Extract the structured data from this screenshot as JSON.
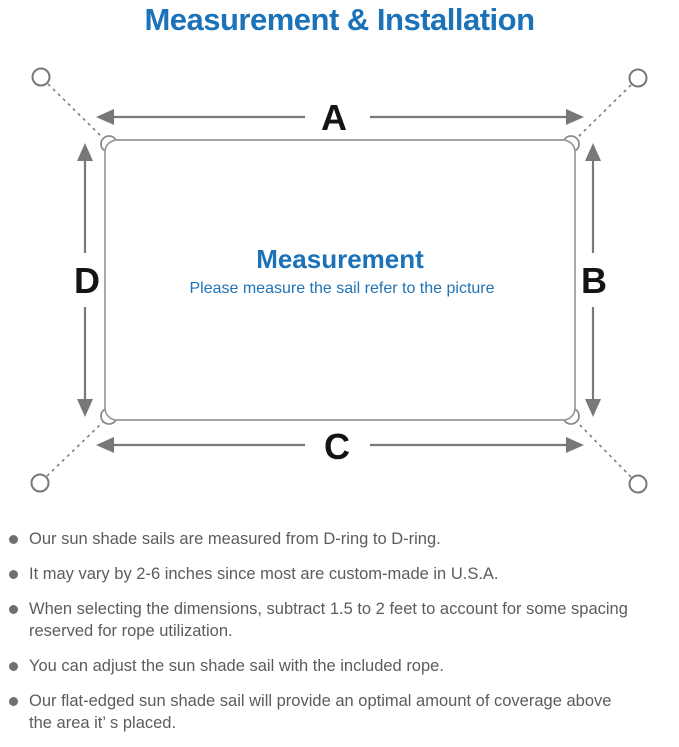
{
  "title": "Measurement & Installation",
  "diagram": {
    "center_title": "Measurement",
    "center_subtitle": "Please measure the sail refer to the picture",
    "labels": {
      "top": "A",
      "right": "B",
      "bottom": "C",
      "left": "D"
    },
    "colors": {
      "accent_blue": "#1b72b8",
      "line_gray": "#7d7d7d",
      "outline_gray": "#9a9a9a",
      "label_black": "#141414",
      "note_gray": "#5c5c5c"
    },
    "icons": [
      "mounting-ring-icon",
      "dimension-arrow",
      "sail-outline"
    ]
  },
  "notes": {
    "items": [
      {
        "lines": [
          "Our sun shade sails are measured from D-ring to D-ring."
        ]
      },
      {
        "lines": [
          "It may vary by 2-6 inches since most are custom-made in U.S.A."
        ]
      },
      {
        "lines": [
          "When selecting the dimensions, subtract 1.5 to 2 feet to account for some spacing",
          "reserved for rope utilization."
        ]
      },
      {
        "lines": [
          "You can adjust the sun shade sail with the included rope."
        ]
      },
      {
        "lines": [
          "Our flat-edged sun shade sail will provide an optimal amount of coverage above",
          "the area it’ s placed."
        ]
      }
    ]
  }
}
